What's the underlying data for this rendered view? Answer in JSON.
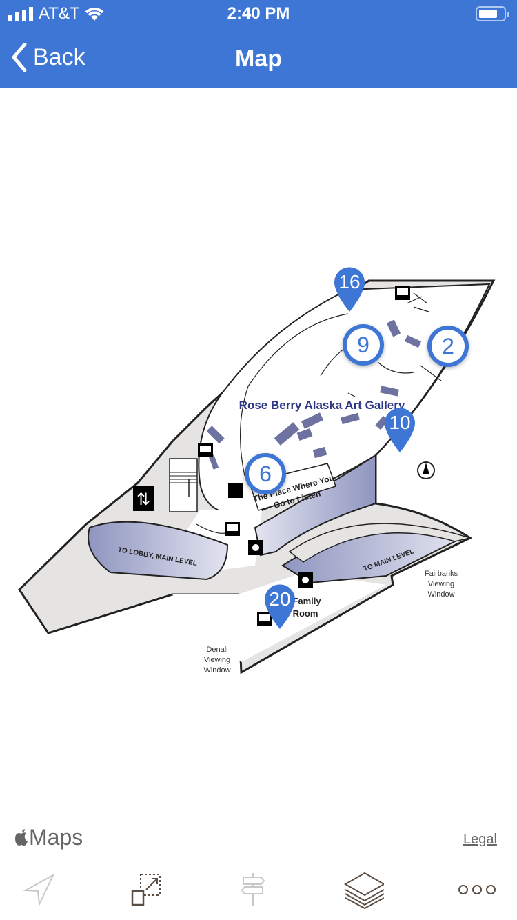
{
  "status_bar": {
    "carrier": "AT&T",
    "time": "2:40 PM"
  },
  "nav": {
    "back_label": "Back",
    "title": "Map"
  },
  "map": {
    "gallery_label": "Rose Berry Alaska Art Gallery",
    "listen_label_line1": "The Place Where You",
    "listen_label_line2": "Go to Listen",
    "lobby_label": "TO LOBBY, MAIN LEVEL",
    "main_level_label": "TO MAIN LEVEL",
    "fairbanks_label": [
      "Fairbanks",
      "Viewing",
      "Window"
    ],
    "denali_label": [
      "Denali",
      "Viewing",
      "Window"
    ],
    "family_room_label": [
      "Family",
      "Room"
    ],
    "markers": [
      {
        "number": "16",
        "type": "pin"
      },
      {
        "number": "9",
        "type": "circle"
      },
      {
        "number": "2",
        "type": "circle"
      },
      {
        "number": "10",
        "type": "pin"
      },
      {
        "number": "6",
        "type": "circle"
      },
      {
        "number": "20",
        "type": "pin"
      }
    ],
    "accent_color": "#3e76d6"
  },
  "footer": {
    "maps_brand": "Maps",
    "legal_label": "Legal"
  },
  "toolbar": {
    "items": [
      {
        "icon": "location-arrow-icon"
      },
      {
        "icon": "resize-icon"
      },
      {
        "icon": "directions-sign-icon"
      },
      {
        "icon": "layers-icon"
      },
      {
        "icon": "more-icon"
      }
    ]
  }
}
